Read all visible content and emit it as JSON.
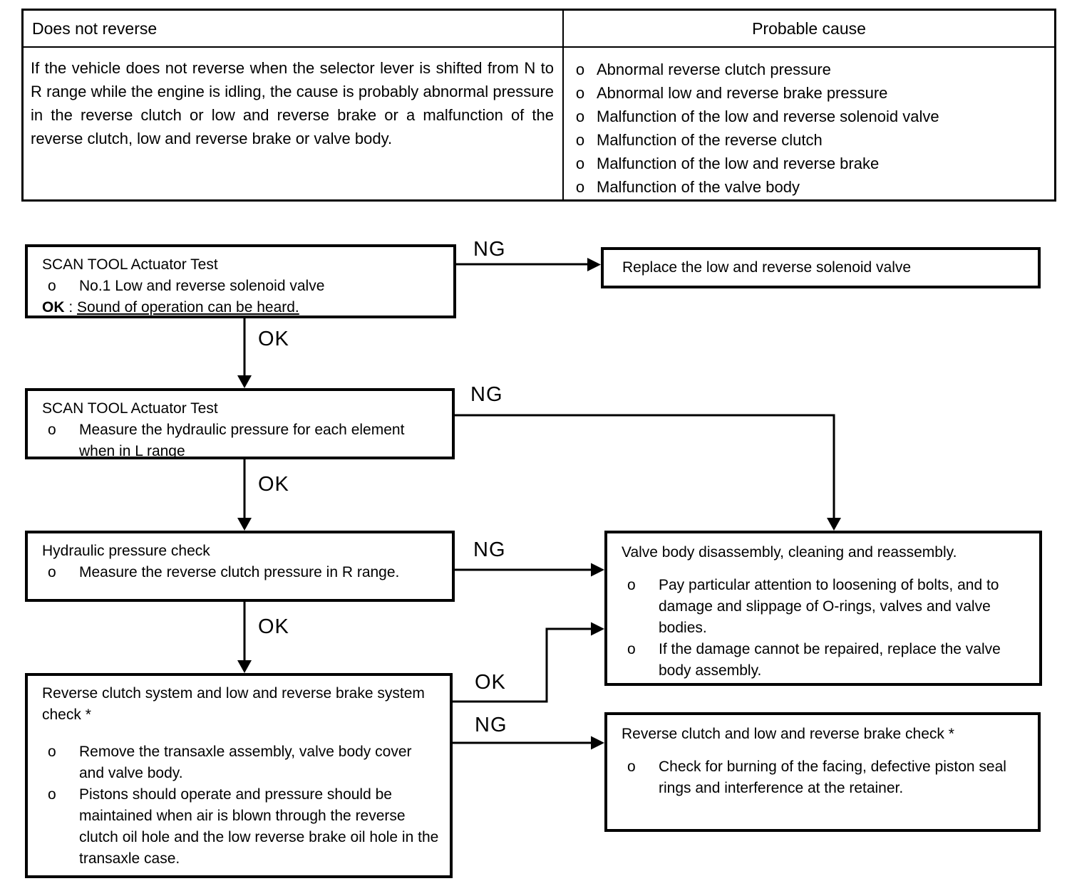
{
  "table": {
    "symptom_header": "Does not reverse",
    "cause_header": "Probable cause",
    "symptom_description": "If the vehicle does not reverse when the selector lever is shifted from N to R range while the engine is idling, the cause is probably abnormal pressure in the reverse clutch or low and reverse brake or a malfunction of the reverse clutch, low and reverse brake or valve body.",
    "bullet": "o",
    "probable_causes": [
      "Abnormal reverse clutch pressure",
      "Abnormal low and reverse brake pressure",
      "Malfunction of the low and reverse solenoid valve",
      "Malfunction of the reverse clutch",
      "Malfunction of the low and reverse brake",
      "Malfunction of the valve body"
    ]
  },
  "flowchart": {
    "bullet": "o",
    "labels": {
      "ok": "OK",
      "ng": "NG"
    },
    "step1": {
      "title": "SCAN TOOL Actuator Test",
      "items": [
        "No.1 Low and reverse solenoid valve"
      ],
      "result_label": "OK",
      "result_sep": ":",
      "result_text": "Sound of operation can be heard."
    },
    "replace_solenoid": {
      "text": "Replace the low and reverse solenoid valve"
    },
    "step2": {
      "title": "SCAN TOOL Actuator Test",
      "items": [
        "Measure the hydraulic pressure for each element when in L range"
      ]
    },
    "step3": {
      "title": "Hydraulic pressure check",
      "items": [
        "Measure the reverse clutch pressure in R range."
      ]
    },
    "step4": {
      "title": "Reverse clutch system and low and reverse brake system check *",
      "items": [
        "Remove the transaxle assembly, valve body cover and valve body.",
        "Pistons should operate and pressure should be maintained when air is blown through the reverse clutch oil hole and the low reverse brake oil hole in the transaxle case."
      ]
    },
    "valve_body": {
      "title": "Valve body disassembly, cleaning and reassembly.",
      "items": [
        "Pay particular attention to loosening of bolts, and to damage and slippage of O-rings, valves and valve bodies.",
        "If the damage cannot be repaired, replace the valve body assembly."
      ]
    },
    "clutch_brake_check": {
      "title": "Reverse clutch and low and reverse brake check *",
      "items": [
        "Check for burning of the facing, defective piston seal rings and interference at the retainer."
      ]
    }
  }
}
